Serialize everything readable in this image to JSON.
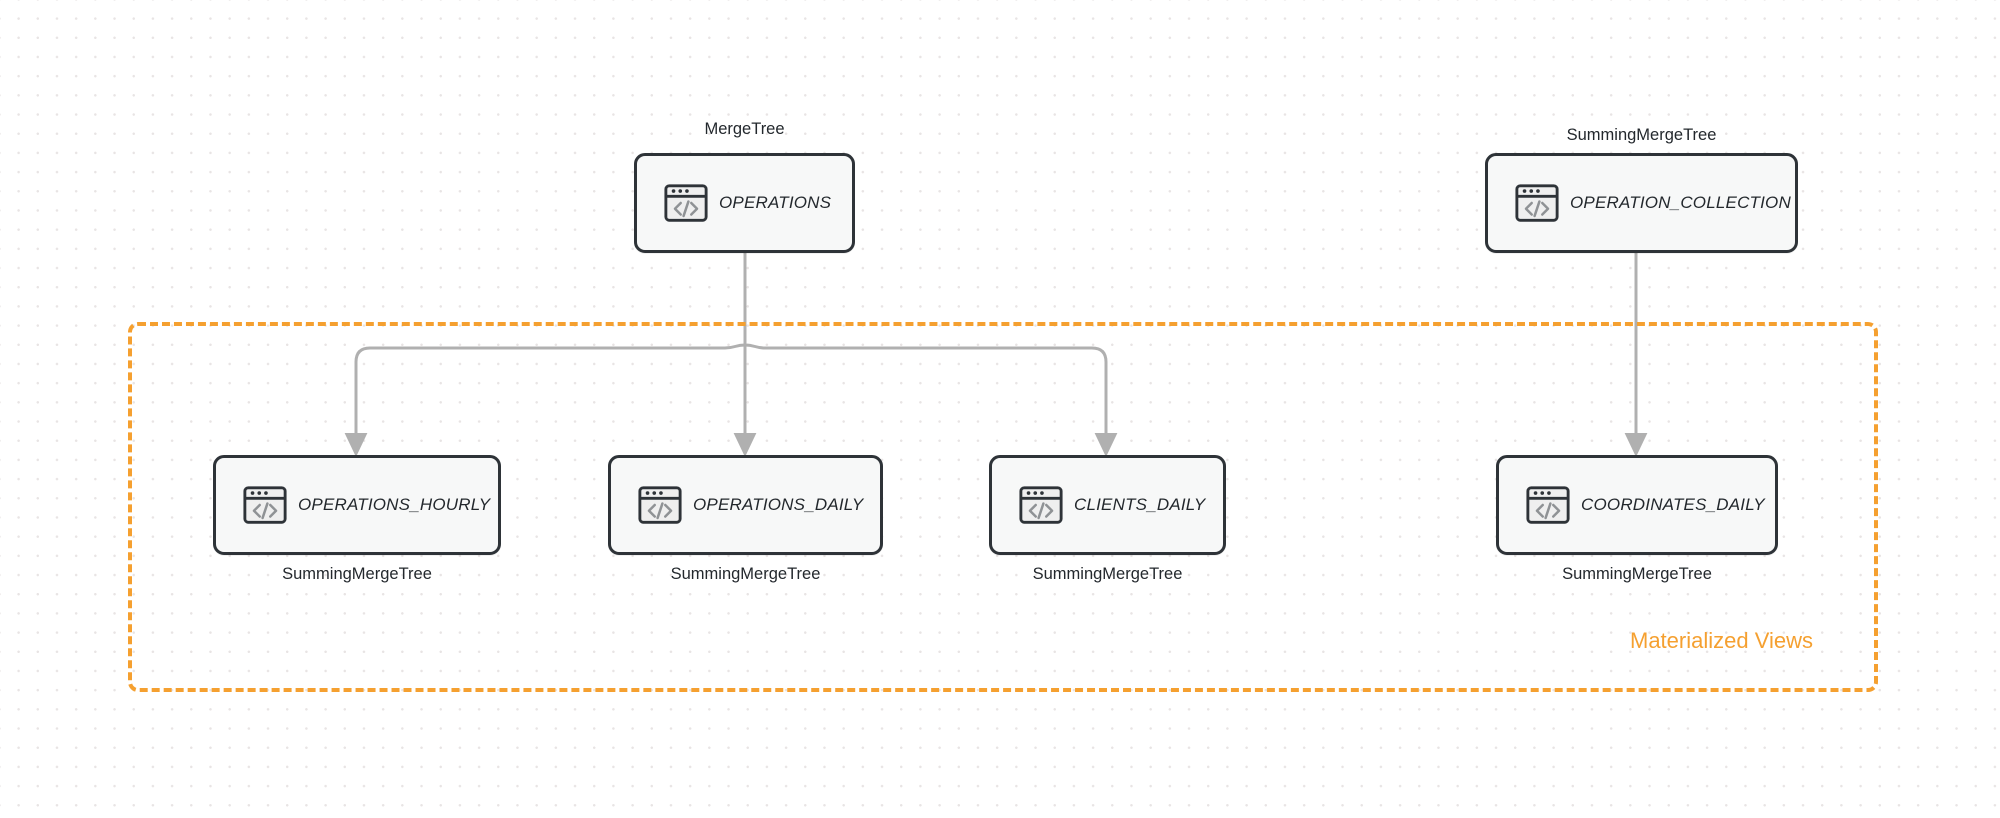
{
  "diagram": {
    "background_color": "#ffffff",
    "node_border_color": "#2e3338",
    "node_fill_color": "#f7f8f8",
    "connector_color": "#b0b0b0",
    "accent_color": "#f5a030"
  },
  "group": {
    "label": "Materialized Views",
    "color": "#f5a030",
    "style": "dashed"
  },
  "icon": {
    "name": "code-window-icon",
    "glyph": "</>"
  },
  "nodes": [
    {
      "id": "operations",
      "title": "OPERATIONS",
      "engine": "MergeTree",
      "engine_position": "above"
    },
    {
      "id": "operation-collection",
      "title": "OPERATION_COLLECTION",
      "engine": "SummingMergeTree",
      "engine_position": "above"
    },
    {
      "id": "operations-hourly",
      "title": "OPERATIONS_HOURLY",
      "engine": "SummingMergeTree",
      "engine_position": "below"
    },
    {
      "id": "operations-daily",
      "title": "OPERATIONS_DAILY",
      "engine": "SummingMergeTree",
      "engine_position": "below"
    },
    {
      "id": "clients-daily",
      "title": "CLIENTS_DAILY",
      "engine": "SummingMergeTree",
      "engine_position": "below"
    },
    {
      "id": "coordinates-daily",
      "title": "COORDINATES_DAILY",
      "engine": "SummingMergeTree",
      "engine_position": "below"
    }
  ],
  "edges": [
    {
      "from": "operations",
      "to": "operations-hourly"
    },
    {
      "from": "operations",
      "to": "operations-daily"
    },
    {
      "from": "operations",
      "to": "clients-daily"
    },
    {
      "from": "operation-collection",
      "to": "coordinates-daily"
    }
  ]
}
